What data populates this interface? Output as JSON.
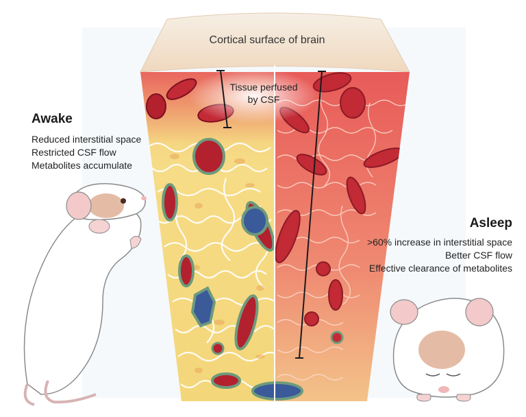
{
  "header": {
    "cortex_label": "Cortical surface of brain"
  },
  "callout": {
    "line1": "Tissue perfused",
    "line2": "by CSF"
  },
  "awake": {
    "title": "Awake",
    "items": [
      "Reduced interstitial space",
      "Restricted CSF flow",
      "Metabolites accumulate"
    ]
  },
  "asleep": {
    "title": "Asleep",
    "items": [
      ">60% increase in interstitial space",
      "Better CSF flow",
      "Effective clearance of metabolites"
    ]
  },
  "colors": {
    "tissue_yellow": "#f4d67a",
    "tissue_red": "#ea6a5c",
    "vessel_red": "#b3202e",
    "vessel_blue": "#3b5a9a",
    "sheath_green": "#6d9a7c",
    "csf_band": "#f3f0e2"
  }
}
